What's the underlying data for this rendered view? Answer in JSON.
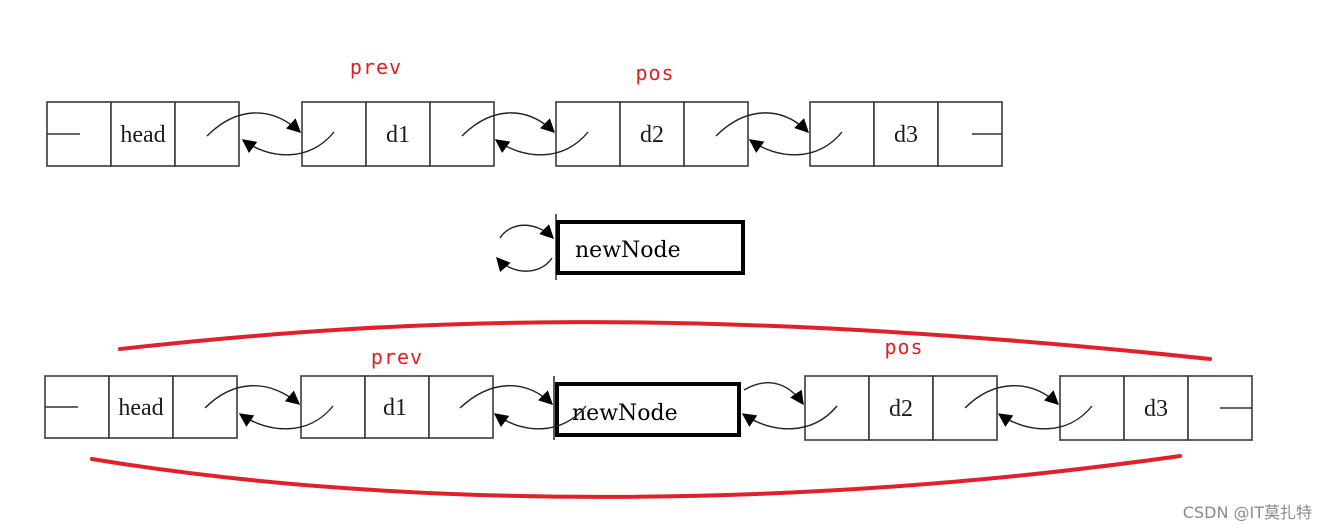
{
  "labels": {
    "prev_top": "prev",
    "pos_top": "pos",
    "prev_bottom": "prev",
    "pos_bottom": "pos"
  },
  "nodes_top": [
    "head",
    "d1",
    "d2",
    "d3"
  ],
  "new_node_standalone": "newNode",
  "nodes_bottom": [
    "head",
    "d1",
    "newNode",
    "d2",
    "d3"
  ],
  "watermark": "CSDN @IT莫扎特",
  "colors": {
    "label": "#e02020",
    "curve": "#e0202a",
    "stroke": "#3a3a3a"
  }
}
